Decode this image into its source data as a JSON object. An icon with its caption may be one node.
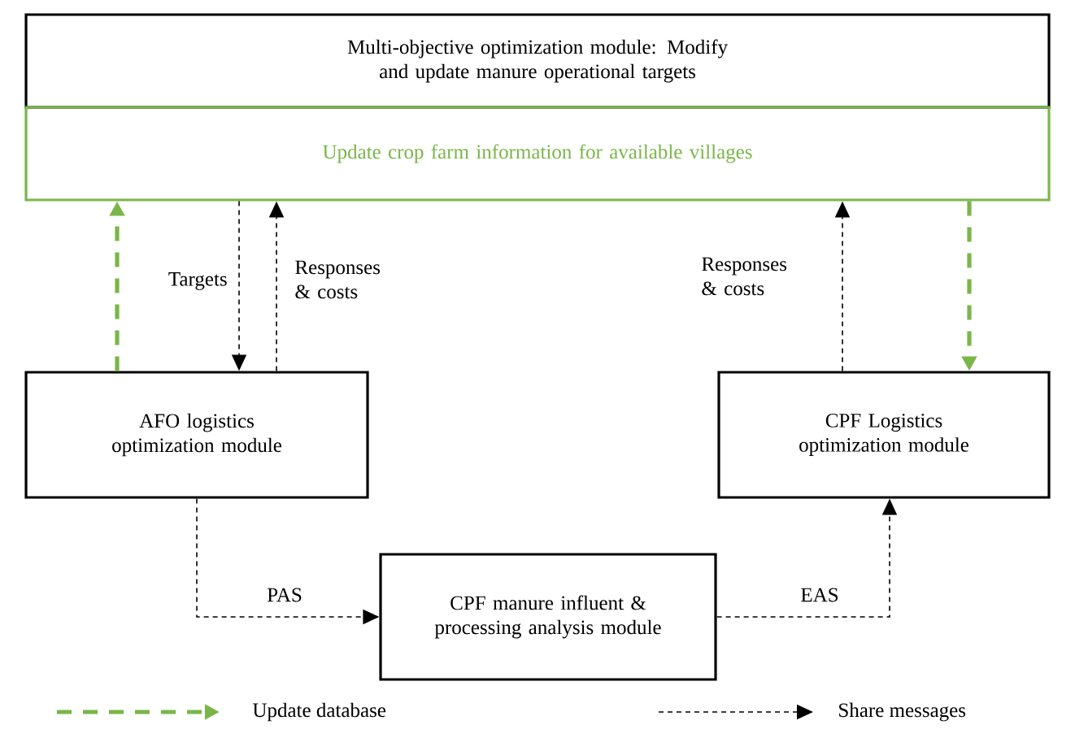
{
  "diagram": {
    "nodes": [
      {
        "text": [
          "Multi-objective optimization module: Modify and update manure operational targets"
        ]
      },
      {
        "text": [
          "Update crop farm information for available villages"
        ]
      },
      {
        "text": [
          "AFO logistics optimization module"
        ]
      },
      {
        "text": [
          "CPF Logistics optimization module"
        ]
      },
      {
        "text": [
          "CPF manure influent & processing analysis module"
        ]
      }
    ],
    "edges": [
      {
        "from": 2,
        "to": 1,
        "arrow": "to",
        "style": "dashed",
        "color": "#7ab648"
      },
      {
        "from": 1,
        "to": 2,
        "arrow": "to",
        "label": "Targets",
        "style": "dashed"
      },
      {
        "from": 2,
        "to": 1,
        "arrow": "to",
        "label": "Responses & costs",
        "style": "dashed"
      },
      {
        "from": 3,
        "to": 1,
        "arrow": "to",
        "label": "Responses & costs",
        "style": "dashed"
      },
      {
        "from": 1,
        "to": 3,
        "arrow": "to",
        "style": "dashed",
        "color": "#7ab648"
      },
      {
        "from": 2,
        "to": 4,
        "arrow": "to",
        "label": "PAS",
        "style": "dashed"
      },
      {
        "from": 4,
        "to": 3,
        "arrow": "to",
        "label": "EAS",
        "style": "dashed"
      }
    ],
    "legend": [
      {
        "text": "Update database"
      },
      {
        "text": "Share messages"
      }
    ]
  }
}
